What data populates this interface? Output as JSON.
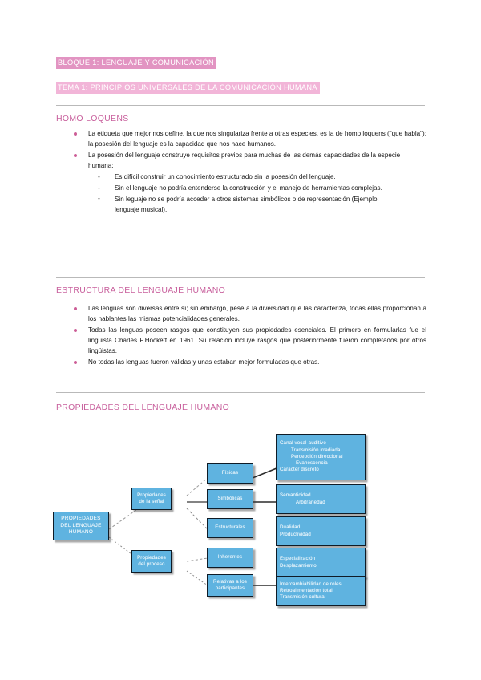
{
  "document": {
    "banner_headings": [
      {
        "text": "BLOQUE 1: LENGUAJE Y COMUNICACIÓN",
        "highlight": "#e294c2"
      },
      {
        "text": "TEMA 1: PRINCIPIOS UNIVERSALES DE LA COMUNICACIÓN HUMANA",
        "highlight": "#f2b5d8"
      }
    ],
    "heading_color": "#c85f9c",
    "bullet_color": "#cc5e97",
    "sections": [
      {
        "title": "HOMO LOQUENS",
        "bullets": [
          {
            "text": "La etiqueta que mejor nos define, la que nos singulariza frente a otras especies, es la de homo loquens (\"que habla\"): la posesión del lenguaje es la capacidad que nos hace humanos.",
            "sub": []
          },
          {
            "text": "La posesión del lenguaje construye requisitos previos para muchas de las demás capacidades de la especie humana:",
            "sub": [
              "Es difícil construir un conocimiento estructurado sin la posesión del lenguaje.",
              "Sin el lenguaje no podría entenderse la construcción y el manejo de herramientas complejas.",
              "Sin leguaje no se podría acceder a otros sistemas simbólicos o de representación (Ejemplo: lenguaje musical)."
            ]
          }
        ]
      },
      {
        "title": "ESTRUCTURA DEL LENGUAJE HUMANO",
        "bullets": [
          {
            "text": "Las lenguas son diversas entre sí; sin embargo, pese a la diversidad que las caracteriza, todas ellas proporcionan a los hablantes las mismas potencialidades generales.",
            "sub": []
          },
          {
            "text": "Todas las lenguas poseen rasgos que constituyen sus propiedades esenciales. El primero en formularlas fue el lingüista Charles F.Hockett en 1961. Su relación incluye rasgos que posteriormente fueron completados por otros lingüistas.",
            "sub": []
          },
          {
            "text": " No todas las lenguas fueron válidas y unas estaban mejor formuladas que otras.",
            "sub": []
          }
        ]
      },
      {
        "title": "PROPIEDADES DEL LENGUAJE HUMANO",
        "bullets": []
      }
    ]
  },
  "diagram": {
    "node_fill": "#5fb3e0",
    "node_border": "#0f1b26",
    "node_text_color": "#ffffff",
    "root": "PROPIEDADES DEL LENGUAJE HUMANO",
    "branches": [
      {
        "label": "Propiedades de la señal"
      },
      {
        "label": "Propiedades del proceso"
      }
    ],
    "categories": [
      {
        "label": "Físicas"
      },
      {
        "label": "Simbólicas"
      },
      {
        "label": "Estructurales"
      },
      {
        "label": "Inherentes"
      },
      {
        "label": "Relativas a los participantes"
      }
    ],
    "details": [
      {
        "lines": [
          "Canal vocal-auditivo",
          "Transmisión irradiada",
          "Percepción direccional",
          "Evanescencia",
          "Carácter discreto"
        ]
      },
      {
        "lines": [
          "Semanticidad",
          "Arbitrariedad"
        ]
      },
      {
        "lines": [
          "Dualidad",
          "Productividad"
        ]
      },
      {
        "lines": [
          "Especialización",
          "Desplazamiento"
        ]
      },
      {
        "lines": [
          "Intercambiabilidad de roles",
          "Retroalimentación total",
          "Transmisión cultural"
        ]
      }
    ]
  }
}
